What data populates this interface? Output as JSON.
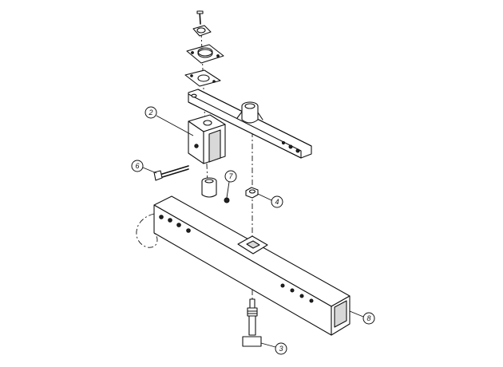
{
  "callouts": {
    "frame_bracket": "2",
    "pin": "3",
    "nut": "4",
    "bolt": "6",
    "grease_fitting": "7",
    "tube": "8"
  }
}
